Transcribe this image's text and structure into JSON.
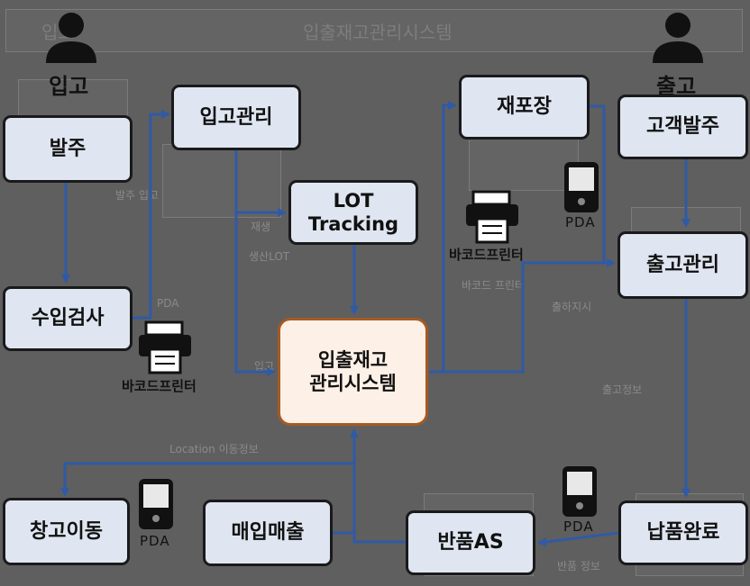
{
  "background": {
    "title": "입출재고관리시스템",
    "left_header": "입고",
    "labels": [
      "발주 입고",
      "재생",
      "생산LOT",
      "PDA",
      "입고",
      "Location 이동정보",
      "바코드 프린터",
      "출하지시",
      "출고정보",
      "반품 정보"
    ]
  },
  "roles": {
    "inbound": "입고",
    "outbound": "출고"
  },
  "nodes": {
    "order": "발주",
    "inspection": "수입검사",
    "receiving": "입고관리",
    "lot_line1": "LOT",
    "lot_line2": "Tracking",
    "system_line1": "입출재고",
    "system_line2": "관리시스템",
    "repack": "재포장",
    "customer_order": "고객발주",
    "shipping": "출고관리",
    "delivery": "납품완료",
    "returns": "반품AS",
    "purchase_sales": "매입매출",
    "transfer": "창고이동"
  },
  "devices": {
    "pda_label": "PDA",
    "printer_label": "바코드프린터"
  },
  "colors": {
    "arrow": "#2f5aa6",
    "node_fill": "#dfe6f1",
    "center_fill": "#fdf0e6",
    "center_border": "#a45a22",
    "background": "#5f5f5f"
  }
}
